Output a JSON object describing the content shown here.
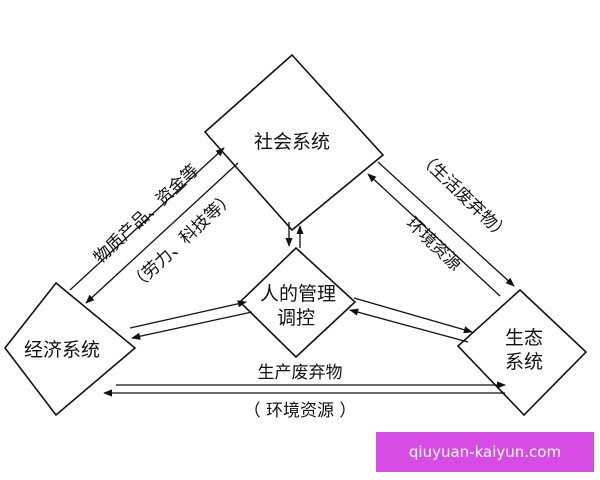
{
  "nodes": {
    "society": "社会系统",
    "center_line1": "人的管理",
    "center_line2": "调控",
    "economy": "经济系统",
    "ecology_line1": "生态",
    "ecology_line2": "系统"
  },
  "edges": {
    "economy_to_society": "物质产品、资金等",
    "society_to_economy": "（劳力、科技等）",
    "society_to_ecology": "（生活废弃物）",
    "ecology_to_society": "环境资源",
    "economy_to_ecology": "生产废弃物",
    "ecology_to_economy": "（ 环境资源 ）"
  },
  "watermark": {
    "text": "qiuyuan-kaiyun.com",
    "color": "#d84ce6"
  },
  "colors": {
    "stroke": "#111111",
    "background": "#ffffff"
  }
}
